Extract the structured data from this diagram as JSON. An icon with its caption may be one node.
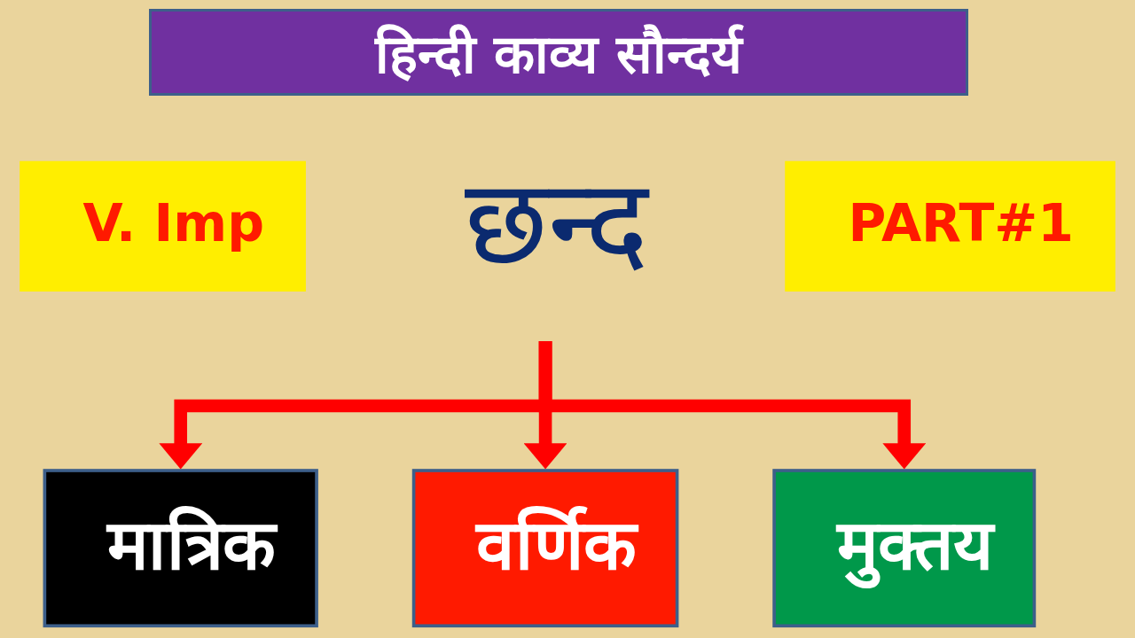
{
  "diagram": {
    "title": "हिन्दी काव्य सौन्दर्य",
    "nodes": [
      {
        "text": [
          "V. Imp"
        ]
      },
      {
        "text": [
          "छन्द"
        ]
      },
      {
        "text": [
          "PART#1"
        ]
      },
      {
        "text": [
          "मात्रिक"
        ]
      },
      {
        "text": [
          "वर्णिक"
        ]
      },
      {
        "text": [
          "मुक्तय"
        ]
      }
    ],
    "edges": [
      {
        "from": 1,
        "to": 3,
        "arrow": "to"
      },
      {
        "from": 1,
        "to": 4,
        "arrow": "to"
      },
      {
        "from": 1,
        "to": 5,
        "arrow": "to"
      }
    ]
  }
}
